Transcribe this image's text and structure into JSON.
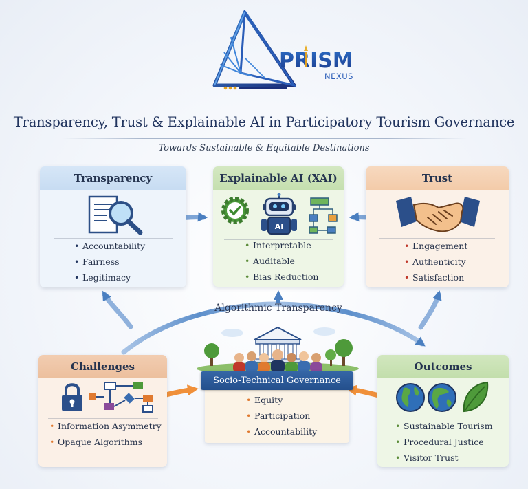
{
  "brand": {
    "name": "PRISM",
    "tagline": "NEXUS"
  },
  "header": {
    "title": "Transparency, Trust & Explainable AI in Participatory Tourism Governance",
    "subtitle": "Towards Sustainable & Equitable Destinations"
  },
  "cards": {
    "transparency": {
      "title": "Transparency",
      "items": [
        "Accountability",
        "Fairness",
        "Legitimacy"
      ]
    },
    "xai": {
      "title": "Explainable AI (XAI)",
      "icon_badge": "AI",
      "items": [
        "Interpretable",
        "Auditable",
        "Bias Reduction"
      ]
    },
    "trust": {
      "title": "Trust",
      "items": [
        "Engagement",
        "Authenticity",
        "Satisfaction"
      ]
    },
    "challenges": {
      "title": "Challenges",
      "items": [
        "Information Asymmetry",
        "Opaque Algorithms"
      ]
    },
    "outcomes": {
      "title": "Outcomes",
      "items": [
        "Sustainable Tourism",
        "Procedural Justice",
        "Visitor Trust"
      ]
    },
    "governance": {
      "title": "Socio-Technical Governance",
      "items": [
        "Equity",
        "Participation",
        "Accountability"
      ]
    }
  },
  "flow_label": "Algorithmic Transparency",
  "icons": {
    "transparency": "document-magnifier-icon",
    "xai": [
      "gear-check-icon",
      "robot-icon",
      "flowchart-icon"
    ],
    "trust": "handshake-icon",
    "challenges": [
      "padlock-icon",
      "process-flow-icon"
    ],
    "outcomes": [
      "globe-americas-icon",
      "globe-europe-icon",
      "leaf-icon"
    ],
    "governance": [
      "government-building-icon",
      "community-people-icon"
    ]
  },
  "colors": {
    "title": "#22355f",
    "transparency_header": "#c7dcf2",
    "xai_header": "#c5dfaf",
    "trust_header": "#f3cba9",
    "challenges_header": "#ecbf9d",
    "outcomes_header": "#c2deab",
    "governance_banner": "#2c5a98",
    "arrow_blue": "#4a7fc0",
    "arrow_orange": "#f0903a",
    "bullet_orange": "#e07a30",
    "bullet_green": "#5c8c3a",
    "bullet_red": "#c0392b"
  }
}
